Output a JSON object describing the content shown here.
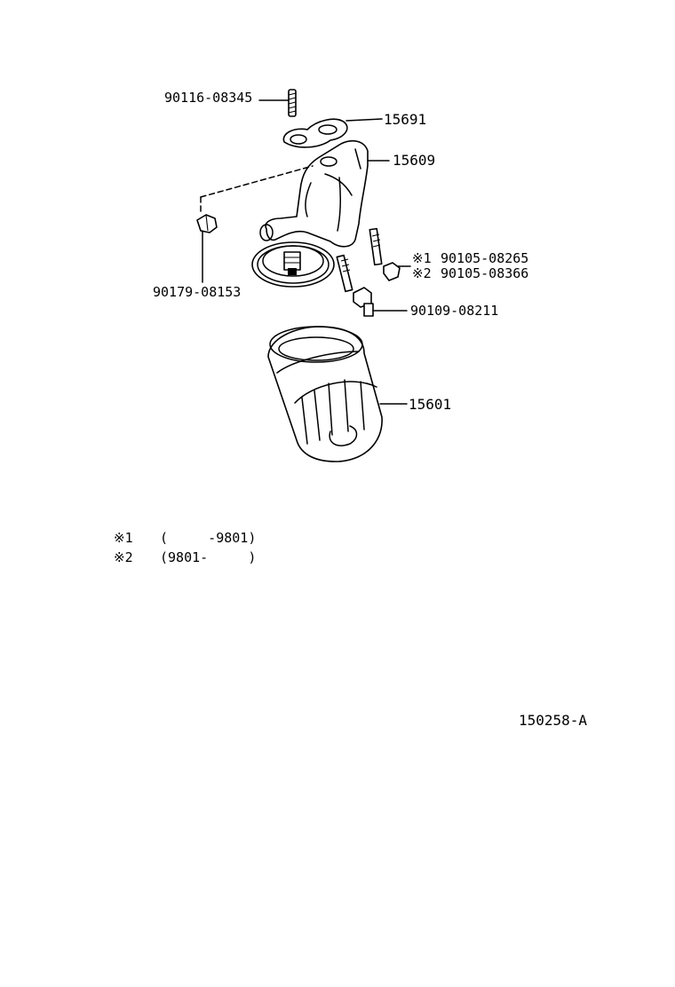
{
  "parts": {
    "stud": "90116-08345",
    "gasket": "15691",
    "bracket": "15609",
    "plug": "90179-08153",
    "bolt_a_note": "※1",
    "bolt_a": "90105-08265",
    "bolt_b_note": "※2",
    "bolt_b": "90105-08366",
    "bolt_c": "90109-08211",
    "filter": "15601"
  },
  "notes": [
    {
      "mark": "※1",
      "range": "(     -9801)"
    },
    {
      "mark": "※2",
      "range": "(9801-     )"
    }
  ],
  "diagram_code": "150258-A"
}
